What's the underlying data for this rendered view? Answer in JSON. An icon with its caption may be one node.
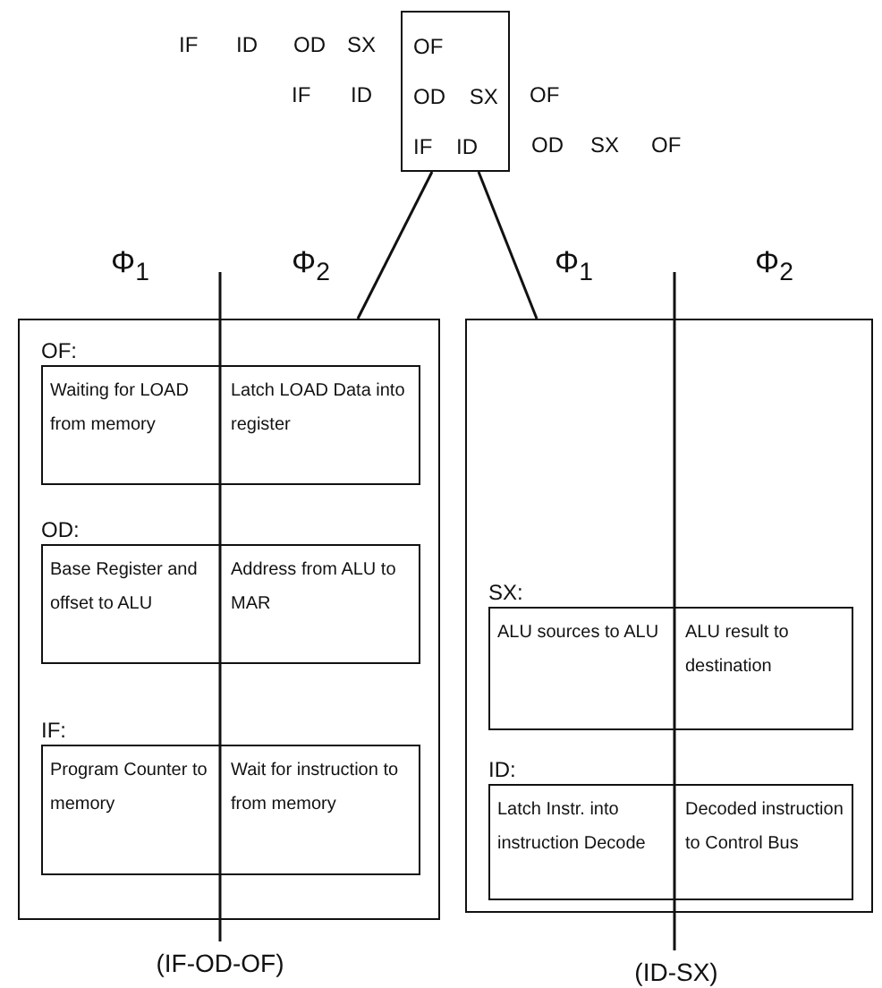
{
  "diagram": {
    "nodes": [
      {
        "text": [
          "OF",
          "OD SX",
          "IF ID"
        ]
      },
      {
        "text": [],
        "shape": "box",
        "beside": [
          "(IF-OD-OF)"
        ]
      },
      {
        "text": [
          "OF:",
          "Waiting for LOAD from memory",
          "Latch LOAD Data into register"
        ],
        "in": 1
      },
      {
        "text": [
          "OD:",
          "Base Register and offset to ALU",
          "Address from ALU to MAR"
        ],
        "in": 1
      },
      {
        "text": [
          "IF:",
          "Program Counter to memory",
          "Wait for instruction to from memory"
        ],
        "in": 1
      },
      {
        "text": [],
        "shape": "box",
        "beside": [
          "(ID-SX)"
        ]
      },
      {
        "text": [
          "SX:",
          "ALU sources to ALU",
          "ALU result to destination"
        ],
        "in": 5
      },
      {
        "text": [
          "ID:",
          "Latch Instr. into instruction Decode",
          "Decoded instruction to Control Bus"
        ],
        "in": 5
      }
    ],
    "edges": [
      {
        "from": 0,
        "to": 1,
        "arrow": "none"
      },
      {
        "from": 0,
        "to": 5,
        "arrow": "none"
      }
    ],
    "labels": [
      "IF",
      "ID",
      "OD",
      "SX",
      "IF",
      "ID",
      "OF",
      "OD",
      "SX",
      "OF",
      "Φ$_{1}$",
      "Φ$_{2}$",
      "Φ$_{1}$",
      "Φ$_{2}$"
    ]
  }
}
